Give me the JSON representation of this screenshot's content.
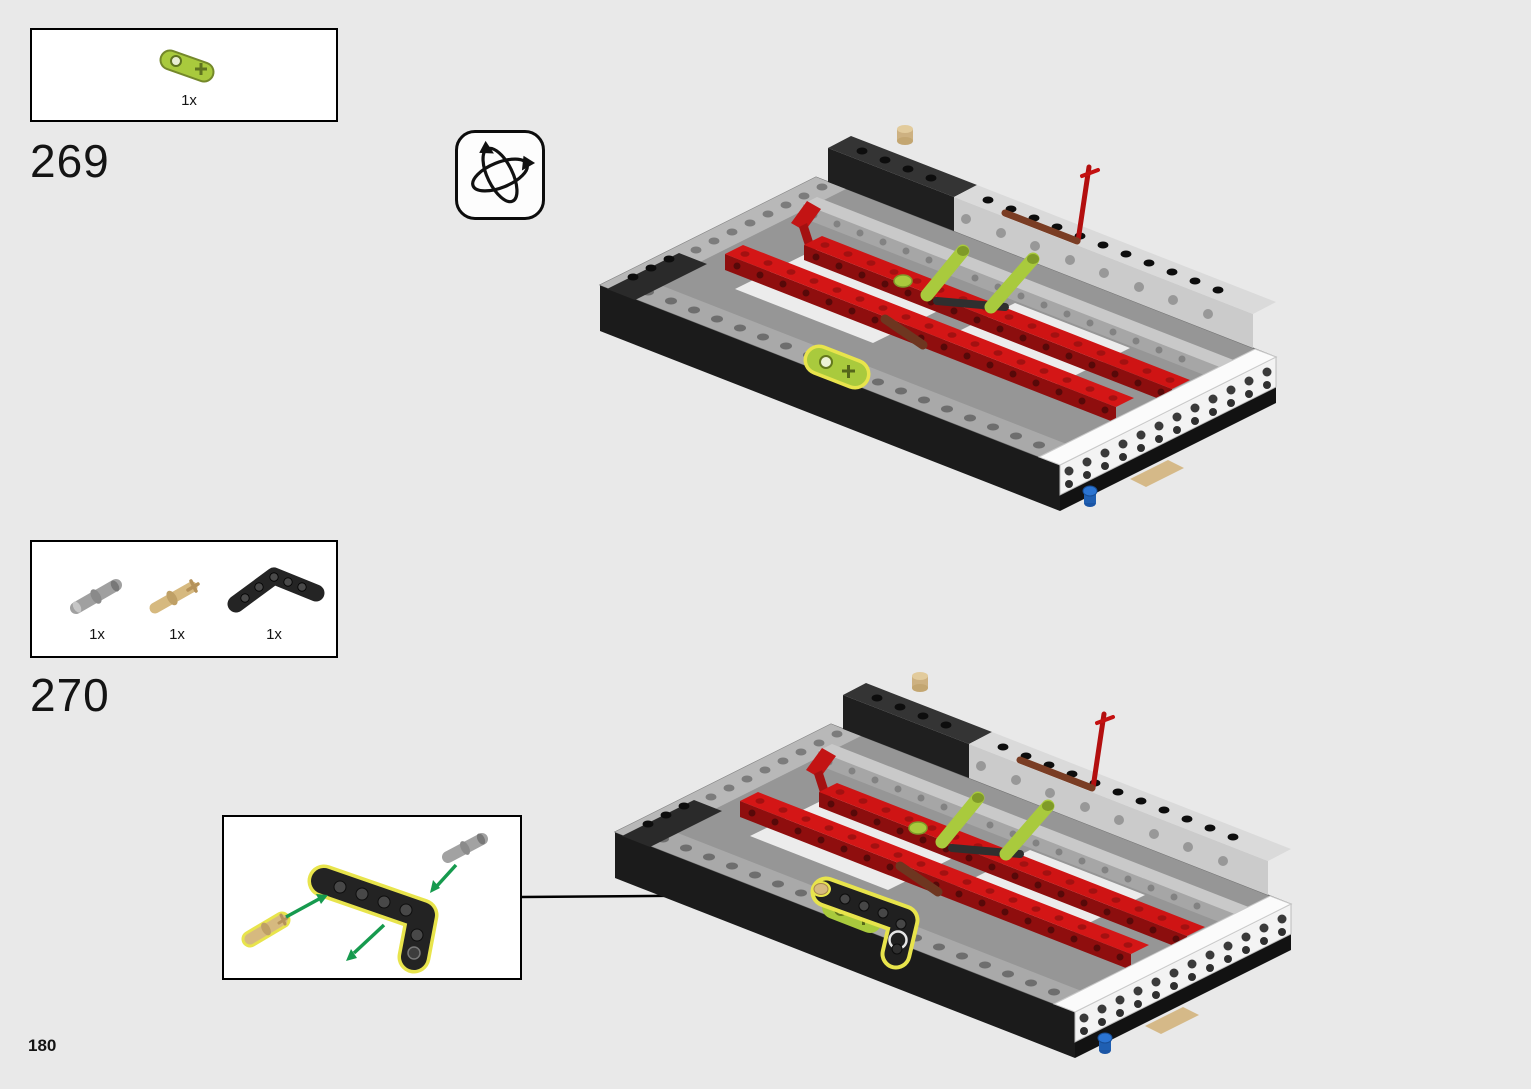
{
  "page": {
    "number": "180"
  },
  "steps": [
    {
      "number": "269",
      "parts": [
        {
          "name": "lime-pin-connector-block",
          "count": "1x",
          "color": "#a9ca3d"
        }
      ]
    },
    {
      "number": "270",
      "parts": [
        {
          "name": "light-gray-pin",
          "count": "1x",
          "color": "#9e9e9e"
        },
        {
          "name": "tan-axle-pin",
          "count": "1x",
          "color": "#d6b97f"
        },
        {
          "name": "black-angled-beam",
          "count": "1x",
          "color": "#1d1d1b"
        }
      ]
    }
  ],
  "annotations": {
    "rotate_model_icon": "rotate-model",
    "highlight_color": "#e8e44c",
    "arrow_color": "#169a4e"
  }
}
